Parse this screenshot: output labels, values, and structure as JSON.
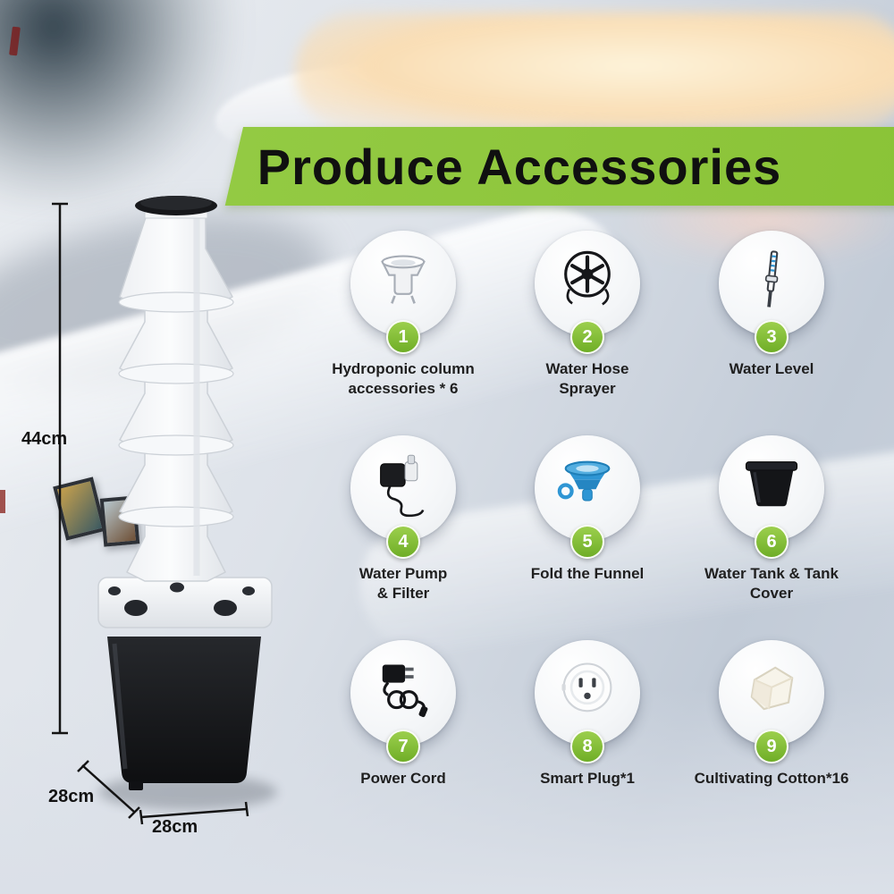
{
  "banner": {
    "title": "Produce Accessories"
  },
  "dimensions": {
    "height": "44cm",
    "base_side": "28cm",
    "base_front": "28cm"
  },
  "accessories": [
    {
      "num": "1",
      "label": "Hydroponic column\naccessories * 6",
      "icon": "hydroponic-column-icon"
    },
    {
      "num": "2",
      "label": "Water Hose\nSprayer",
      "icon": "water-hose-sprayer-icon"
    },
    {
      "num": "3",
      "label": "Water Level",
      "icon": "water-level-icon"
    },
    {
      "num": "4",
      "label": "Water Pump\n& Filter",
      "icon": "water-pump-filter-icon"
    },
    {
      "num": "5",
      "label": "Fold the Funnel",
      "icon": "folding-funnel-icon"
    },
    {
      "num": "6",
      "label": "Water Tank & Tank\nCover",
      "icon": "water-tank-icon"
    },
    {
      "num": "7",
      "label": "Power Cord",
      "icon": "power-cord-icon"
    },
    {
      "num": "8",
      "label": "Smart Plug*1",
      "icon": "smart-plug-icon"
    },
    {
      "num": "9",
      "label": "Cultivating Cotton*16",
      "icon": "cultivating-cotton-icon"
    }
  ],
  "colors": {
    "banner_green": "#8dc63f",
    "badge_green": "#7cc142",
    "funnel_blue": "#2f96d4",
    "text_dark": "#1f1f1f"
  }
}
